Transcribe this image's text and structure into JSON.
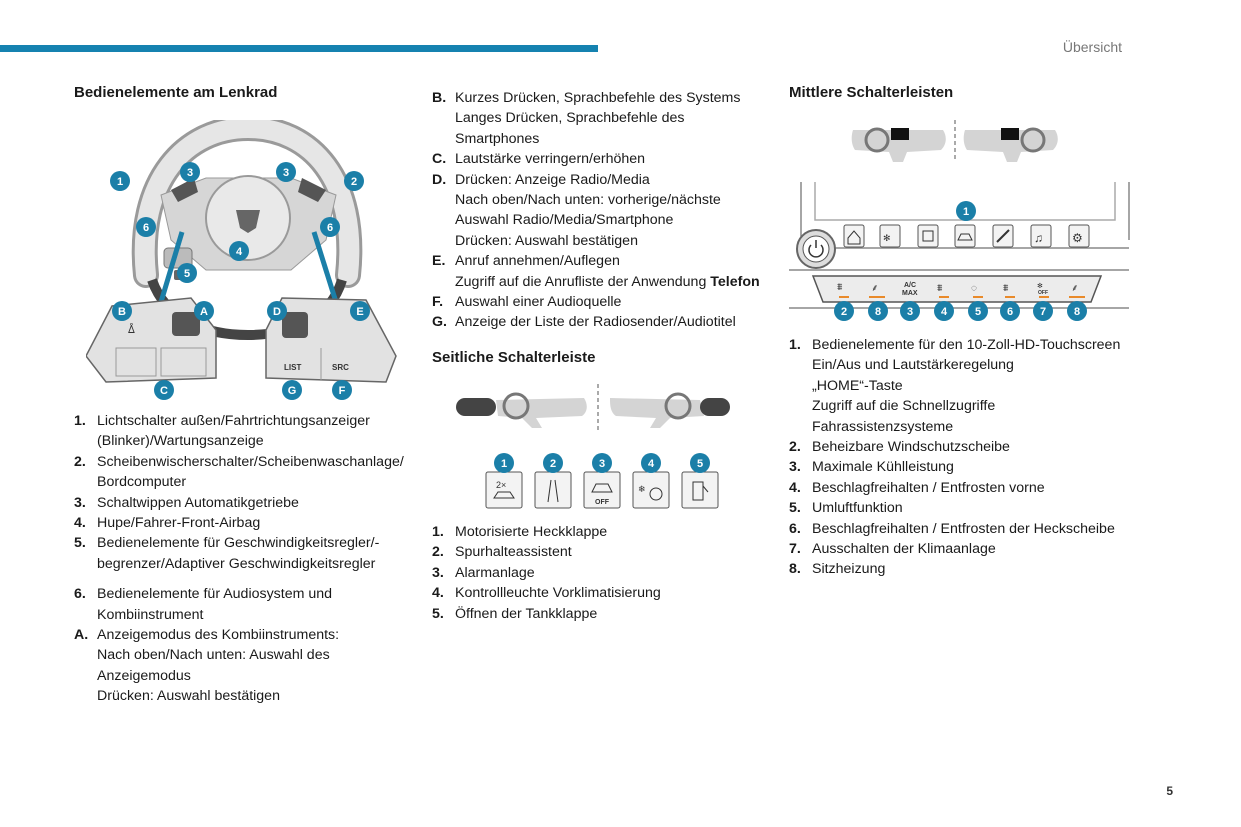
{
  "header": {
    "section": "Übersicht",
    "page_number": "5"
  },
  "colors": {
    "accent": "#1582b0",
    "badge": "#1b7fa8",
    "led_green": "#3aa33a",
    "led_red": "#cc3333",
    "led_orange": "#e98a2a"
  },
  "col1": {
    "title": "Bedienelemente am Lenkrad",
    "figure": {
      "callouts": [
        "1",
        "2",
        "3",
        "3",
        "4",
        "5",
        "6",
        "6",
        "A",
        "B",
        "C",
        "D",
        "E",
        "F",
        "G"
      ],
      "buttons": {
        "list": "LIST",
        "src": "SRC"
      }
    },
    "items": [
      {
        "key": "1.",
        "lines": [
          "Lichtschalter außen/Fahrtrichtungsanzeiger",
          "(Blinker)/Wartungsanzeige"
        ]
      },
      {
        "key": "2.",
        "lines": [
          "Scheibenwischerschalter/Scheibenwaschanlage/",
          "Bordcomputer"
        ]
      },
      {
        "key": "3.",
        "lines": [
          "Schaltwippen Automatikgetriebe"
        ]
      },
      {
        "key": "4.",
        "lines": [
          "Hupe/Fahrer-Front-Airbag"
        ]
      },
      {
        "key": "5.",
        "lines": [
          "Bedienelemente für Geschwindigkeitsregler/-",
          "begrenzer/Adaptiver Geschwindigkeitsregler"
        ]
      },
      {
        "key": "6.",
        "lines": [
          "Bedienelemente für Audiosystem und",
          "Kombiinstrument"
        ]
      },
      {
        "key": "A.",
        "lines": [
          "Anzeigemodus des Kombiinstruments:",
          "Nach oben/Nach unten: Auswahl des",
          "Anzeigemodus",
          "Drücken: Auswahl bestätigen"
        ]
      }
    ]
  },
  "col2": {
    "items": [
      {
        "key": "B.",
        "lines": [
          "Kurzes Drücken, Sprachbefehle des Systems",
          "Langes Drücken, Sprachbefehle des",
          "Smartphones"
        ]
      },
      {
        "key": "C.",
        "lines": [
          "Lautstärke verringern/erhöhen"
        ]
      },
      {
        "key": "D.",
        "lines": [
          "Drücken: Anzeige Radio/Media",
          "Nach oben/Nach unten: vorherige/nächste",
          "Auswahl Radio/Media/Smartphone",
          "Drücken: Auswahl bestätigen"
        ]
      },
      {
        "key": "E.",
        "lines": [
          "Anruf annehmen/Auflegen",
          "Zugriff auf die Anrufliste der Anwendung "
        ],
        "bold_suffix": "Telefon"
      },
      {
        "key": "F.",
        "lines": [
          "Auswahl einer Audioquelle"
        ]
      },
      {
        "key": "G.",
        "lines": [
          "Anzeige der Liste der Radiosender/Audiotitel"
        ]
      }
    ],
    "side_title": "Seitliche Schalterleiste",
    "side_figure": {
      "callouts": [
        "1",
        "2",
        "3",
        "4",
        "5"
      ],
      "btn1_label": "2×",
      "btn3_label": "OFF"
    },
    "side_items": [
      {
        "key": "1.",
        "text": "Motorisierte Heckklappe"
      },
      {
        "key": "2.",
        "text": "Spurhalteassistent"
      },
      {
        "key": "3.",
        "text": "Alarmanlage"
      },
      {
        "key": "4.",
        "text": "Kontrollleuchte Vorklimatisierung"
      },
      {
        "key": "5.",
        "text": "Öffnen der Tankklappe"
      }
    ]
  },
  "col3": {
    "title": "Mittlere Schalterleisten",
    "figure": {
      "top_callout": "1",
      "bottom_callouts": [
        "2",
        "8",
        "3",
        "4",
        "5",
        "6",
        "7",
        "8"
      ],
      "ac_label_1": "A/C",
      "ac_label_2": "MAX",
      "off_label": "OFF"
    },
    "items": [
      {
        "key": "1.",
        "lines": [
          "Bedienelemente für den 10-Zoll-HD-Touchscreen",
          "Ein/Aus und Lautstärkeregelung",
          "„HOME“-Taste",
          "Zugriff auf die Schnellzugriffe",
          "Fahrassistenzsysteme"
        ]
      },
      {
        "key": "2.",
        "lines": [
          "Beheizbare Windschutzscheibe"
        ]
      },
      {
        "key": "3.",
        "lines": [
          "Maximale Kühlleistung"
        ]
      },
      {
        "key": "4.",
        "lines": [
          "Beschlagfreihalten / Entfrosten vorne"
        ]
      },
      {
        "key": "5.",
        "lines": [
          "Umluftfunktion"
        ]
      },
      {
        "key": "6.",
        "lines": [
          "Beschlagfreihalten / Entfrosten der Heckscheibe"
        ]
      },
      {
        "key": "7.",
        "lines": [
          "Ausschalten der Klimaanlage"
        ]
      },
      {
        "key": "8.",
        "lines": [
          "Sitzheizung"
        ]
      }
    ]
  }
}
